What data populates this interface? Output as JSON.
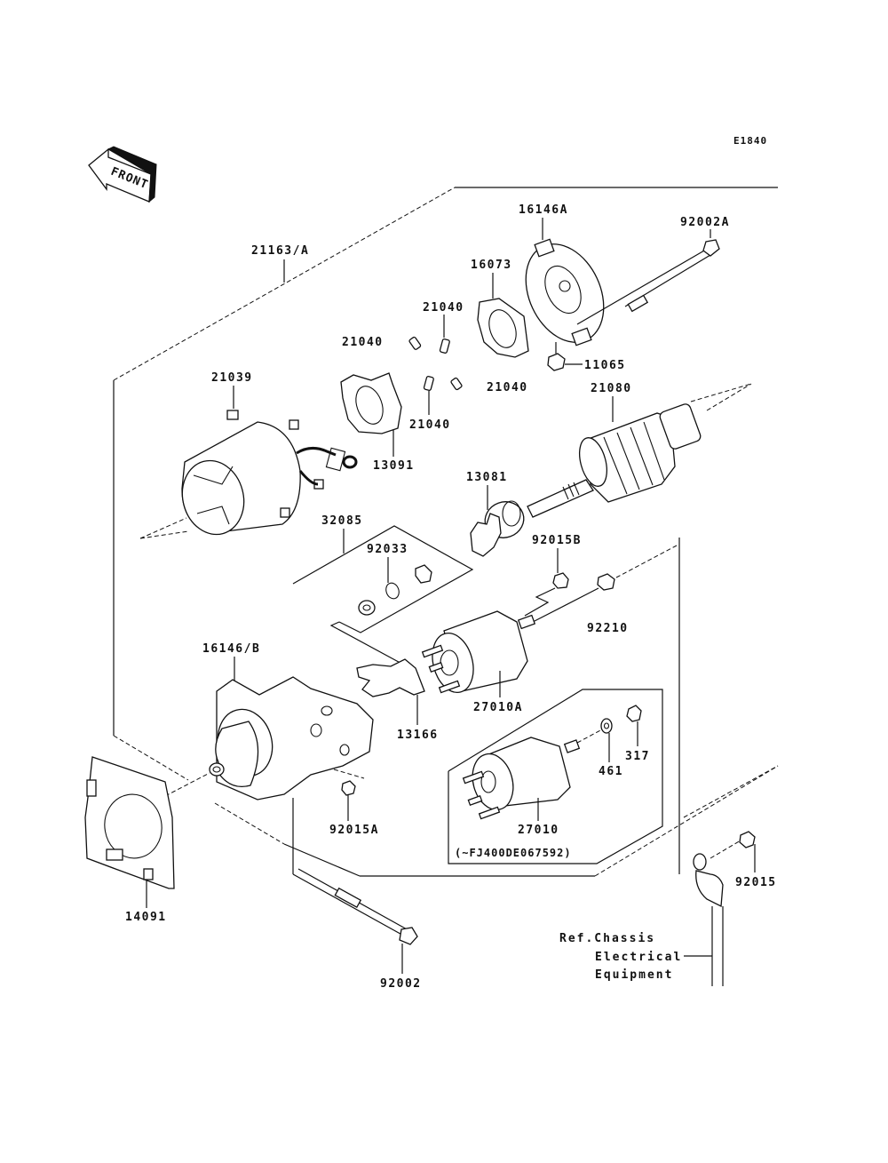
{
  "diagram": {
    "title": "Starter Motor Parts Diagram",
    "code": "E1840",
    "front_marker": "FRONT",
    "labels": {
      "assembly": "21163/A",
      "end_cover_a": "16146A",
      "through_bolt_a": "92002A",
      "gasket": "16073",
      "brush_spring_1": "21040",
      "brush_spring_2": "21040",
      "brush_spring_3": "21040",
      "brush_spring_4": "21040",
      "nut_11065": "11065",
      "yoke_brush": "21039",
      "brush_holder": "13091",
      "armature": "21080",
      "pinion_clutch": "13081",
      "kit": "32085",
      "ring": "92033",
      "nut_b": "92015B",
      "nut_92210": "92210",
      "housing_b": "16146/B",
      "lever": "13166",
      "solenoid_a": "27010A",
      "washer_461": "461",
      "nut_317": "317",
      "solenoid": "27010",
      "serial_note": "(~FJ400DE067592)",
      "nut_a": "92015A",
      "gasket_14091": "14091",
      "bolt_92002": "92002",
      "nut_92015": "92015"
    },
    "reference": {
      "line1": "Ref.Chassis",
      "line2": "Electrical",
      "line3": "Equipment"
    }
  }
}
